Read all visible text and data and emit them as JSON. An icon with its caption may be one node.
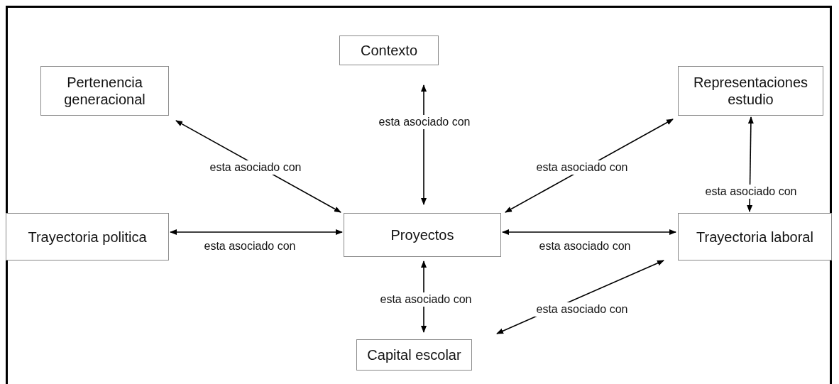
{
  "diagram": {
    "nodes": [
      {
        "text": [
          "Contexto"
        ]
      },
      {
        "text": [
          "Pertenencia generacional"
        ]
      },
      {
        "text": [
          "Representaciones estudio"
        ]
      },
      {
        "text": [
          "Trayectoria politica"
        ]
      },
      {
        "text": [
          "Proyectos"
        ]
      },
      {
        "text": [
          "Trayectoria laboral"
        ]
      },
      {
        "text": [
          "Capital escolar"
        ]
      }
    ],
    "edges": [
      {
        "from": 0,
        "to": 4,
        "arrow": "both",
        "label": "esta asociado con"
      },
      {
        "from": 1,
        "to": 4,
        "arrow": "both",
        "label": "esta asociado con"
      },
      {
        "from": 2,
        "to": 4,
        "arrow": "both",
        "label": "esta asociado con"
      },
      {
        "from": 2,
        "to": 5,
        "arrow": "both",
        "label": "esta asociado con"
      },
      {
        "from": 3,
        "to": 4,
        "arrow": "both",
        "label": "esta asociado con"
      },
      {
        "from": 4,
        "to": 5,
        "arrow": "both",
        "label": "esta asociado con"
      },
      {
        "from": 4,
        "to": 6,
        "arrow": "both",
        "label": "esta asociado con"
      },
      {
        "from": 5,
        "to": 6,
        "arrow": "both",
        "label": "esta asociado con"
      }
    ]
  }
}
